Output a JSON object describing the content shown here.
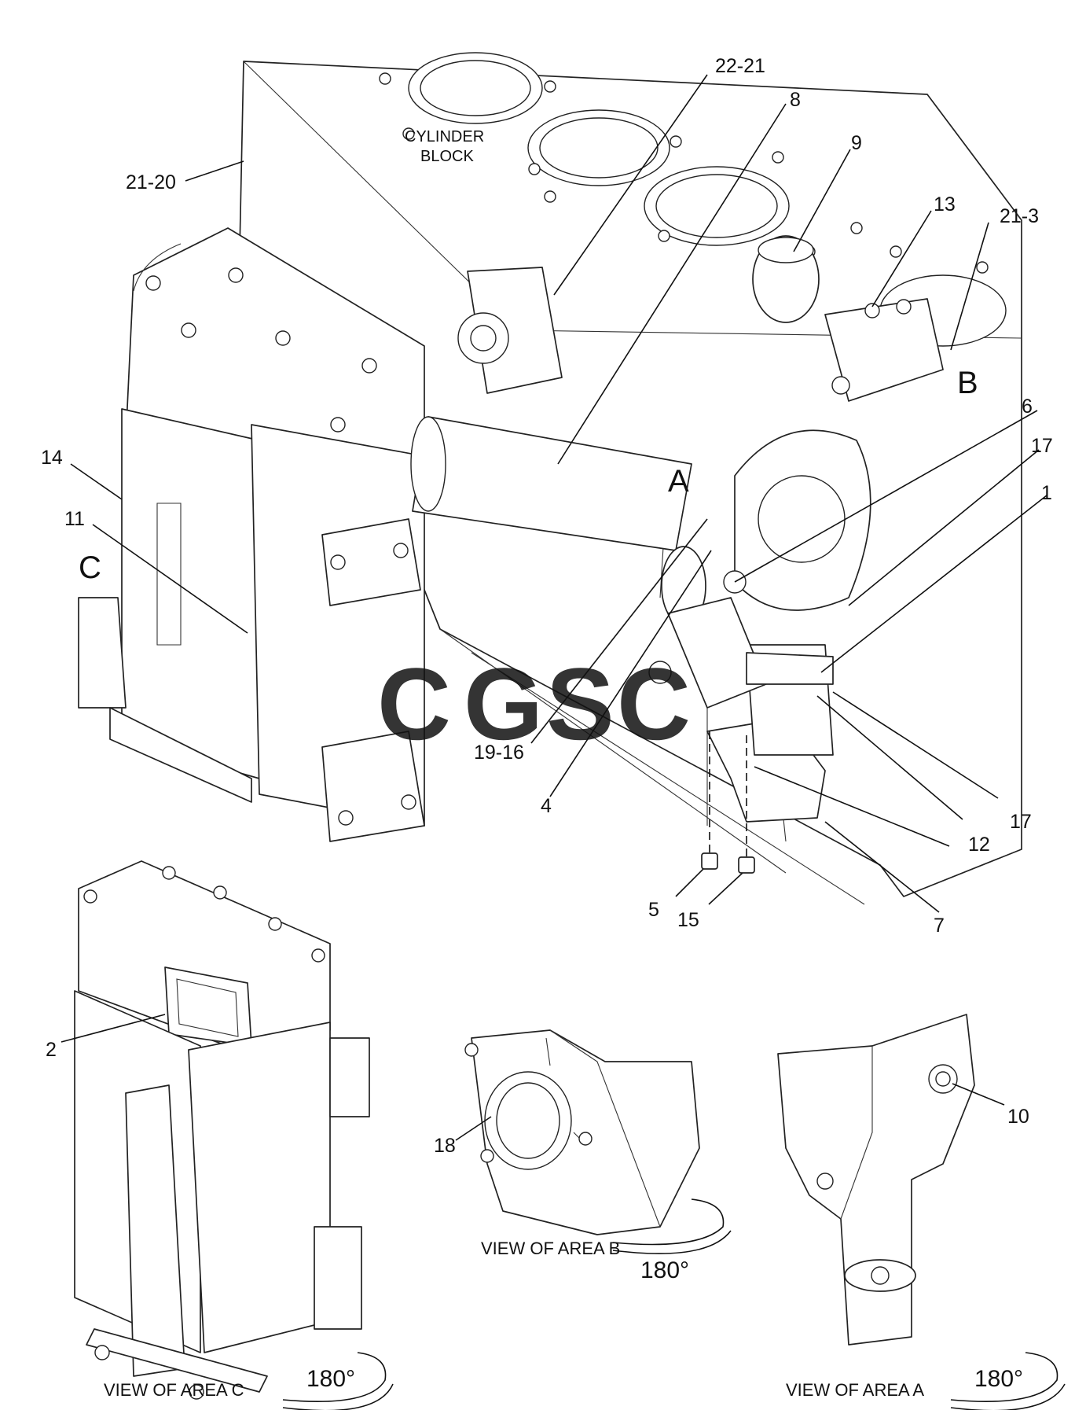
{
  "diagram": {
    "callouts": [
      "22-21",
      "8",
      "9",
      "13",
      "21-3",
      "21-20",
      "B",
      "6",
      "17",
      "1",
      "14",
      "11",
      "C",
      "A",
      "19-16",
      "4",
      "12",
      "17",
      "5",
      "15",
      "7",
      "2",
      "18",
      "10"
    ],
    "text_labels": {
      "cylinder_block_line1": "CYLINDER",
      "cylinder_block_line2": "BLOCK"
    },
    "views": [
      {
        "caption": "VIEW OF AREA  B",
        "rotation": "180°"
      },
      {
        "caption": "VIEW OF AREA  C",
        "rotation": "180°"
      },
      {
        "caption": "VIEW OF AREA  A",
        "rotation": "180°"
      }
    ],
    "watermark": {
      "letters": [
        "C",
        "G",
        "S",
        "C"
      ],
      "colors": [
        "#4285F4",
        "#EA4335",
        "#FBBC05",
        "#34A853"
      ]
    }
  }
}
